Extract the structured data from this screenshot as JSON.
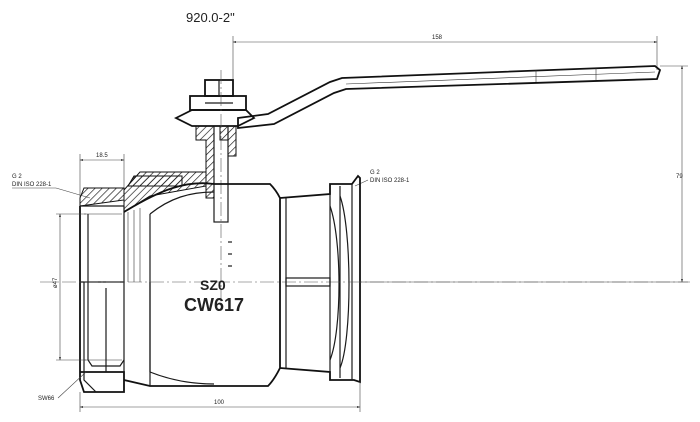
{
  "title": "920.0-2\"",
  "dimensions": {
    "handle_length": "158",
    "height": "79",
    "body_length": "100",
    "thread_length": "18.5",
    "bore": "ø47",
    "wrench": "SW66"
  },
  "left_thread": {
    "size": "G 2",
    "standard": "DIN ISO 228-1"
  },
  "right_thread": {
    "size": "G 2",
    "standard": "DIN ISO 228-1"
  },
  "body_marking": {
    "line1": "SZ0",
    "material": "CW617"
  }
}
